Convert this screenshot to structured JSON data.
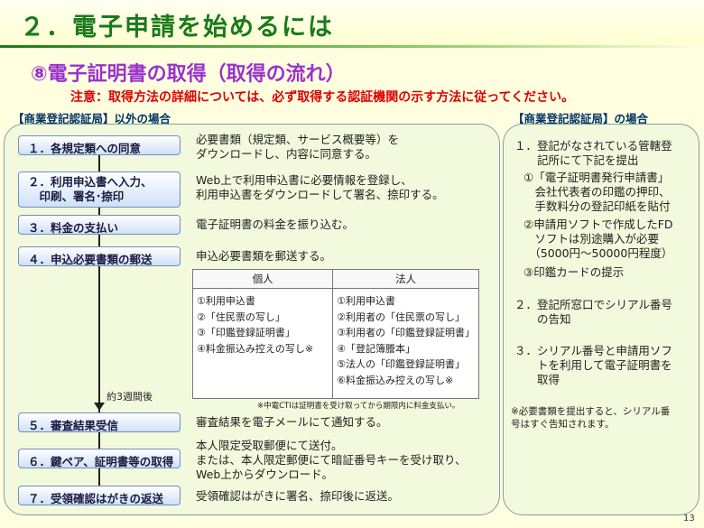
{
  "header": {
    "title": "２．電子申請を始めるには",
    "subtitle": "⑧電子証明書の取得（取得の流れ）",
    "note": "注意：取得方法の詳細については、必ず取得する認証機関の示す方法に従ってください。"
  },
  "left_section": {
    "label": "【商業登記認証局】以外の場合",
    "steps": [
      {
        "label": "１．各規定類への同意",
        "desc": [
          "必要書類（規定類、サービス概要等）を",
          "ダウンロードし、内容に同意する。"
        ]
      },
      {
        "label_lines": [
          "２．利用申込書へ入力、",
          "　印刷、署名･捺印"
        ],
        "desc": [
          "Web上で利用申込書に必要情報を登録し、",
          "利用申込書をダウンロードして署名、捺印する。"
        ]
      },
      {
        "label": "３．料金の支払い",
        "desc": [
          "電子証明書の料金を振り込む。"
        ]
      },
      {
        "label": "４．申込必要書類の郵送",
        "desc": [
          "申込必要書類を郵送する。"
        ]
      },
      {
        "label": "５．審査結果受信",
        "desc": [
          "審査結果を電子メールにて通知する。"
        ]
      },
      {
        "label": "６．鍵ペア、証明書等の取得",
        "desc": [
          "本人限定受取郵便にて送付。",
          "または、本人限定郵便にて暗証番号キーを受け取り、",
          "Web上からダウンロード。"
        ]
      },
      {
        "label": "７．受領確認はがきの返送",
        "desc": [
          "受領確認はがきに署名、捺印後に返送。"
        ]
      }
    ],
    "interval_label": "約3週間後",
    "table": {
      "headers": [
        "個人",
        "法人"
      ],
      "individual": [
        "①利用申込書",
        "②「住民票の写し」",
        "③「印鑑登録証明書」",
        "④料金振込み控えの写し※"
      ],
      "corporate": [
        "①利用申込書",
        "②利用者の「住民票の写し」",
        "③利用者の「印鑑登録証明書」",
        "④「登記簿謄本」",
        "⑤法人の「印鑑登録証明書」",
        "⑥料金振込み控えの写し※"
      ],
      "note": "※中電CTIは証明書を受け取ってから期限内に料金支払い。"
    }
  },
  "right_section": {
    "label": "【商業登記認証局】の場合",
    "items": [
      {
        "lines": [
          "１．登記がなされている管轄登",
          "　　記所にて下記を提出"
        ]
      },
      {
        "lines": [
          "①「電子証明書発行申請書」",
          "　会社代表者の印鑑の押印、",
          "　手数料分の登記印紙を貼付"
        ]
      },
      {
        "lines": [
          "②申請用ソフトで作成したFD",
          "　ソフトは別途購入が必要",
          "　（5000円～50000円程度）"
        ]
      },
      {
        "lines": [
          "③印鑑カードの提示"
        ]
      },
      {
        "lines": [
          "２．登記所窓口でシリアル番号",
          "　　の告知"
        ]
      },
      {
        "lines": [
          "３．シリアル番号と申請用ソフ",
          "　　トを利用して電子証明書を",
          "　　取得"
        ]
      }
    ],
    "footnote": [
      "※必要書類を提出すると、シリアル番",
      "号はすぐ告知されます。"
    ]
  },
  "page_number": "13",
  "colors": {
    "title": "#1a7a1a",
    "subtitle": "#9933cc",
    "note": "#dd0000",
    "panel_bg": "#f3f9dc",
    "page_bg": "#ffffe0"
  }
}
